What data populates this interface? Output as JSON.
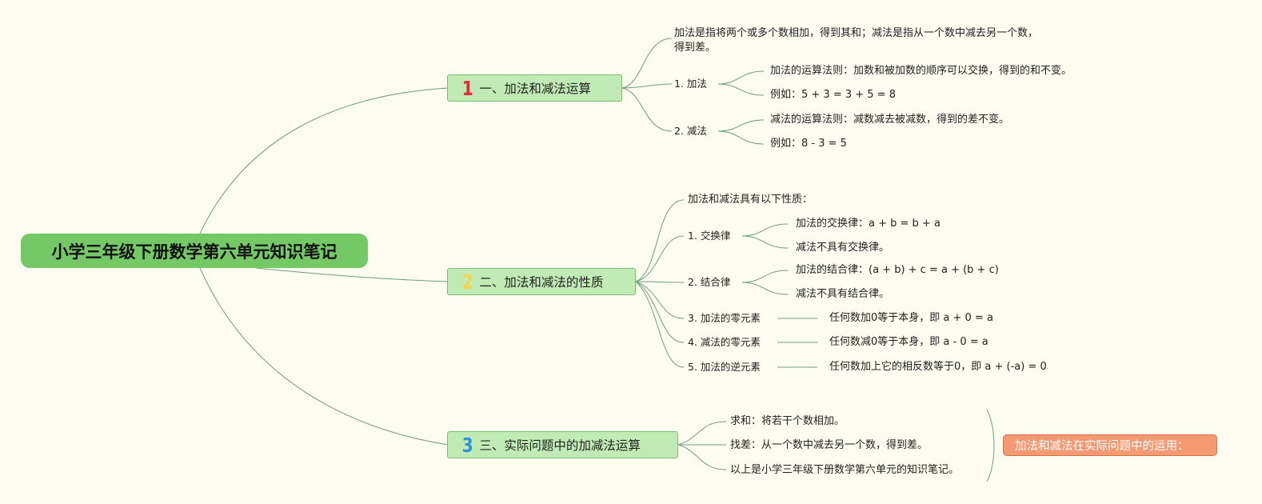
{
  "colors": {
    "background": "#fdfcf1",
    "root_fill": "#74c866",
    "branch_fill": "#c1ebb4",
    "branch_border": "#7fbb72",
    "line": "#6f9e85",
    "num1": "#e12b39",
    "num2": "#f5d34a",
    "num3": "#2b93db",
    "callout_fill": "#f39a73"
  },
  "root": {
    "title": "小学三年级下册数学第六单元知识笔记"
  },
  "b1": {
    "number": "1",
    "title": "一、加法和减法运算",
    "intro_line1": "加法是指将两个或多个数相加，得到其和；减法是指从一个数中减去另一个数，",
    "intro_line2": "得到差。",
    "add": {
      "label": "1. 加法",
      "rule": "加法的运算法则：加数和被加数的顺序可以交换，得到的和不变。",
      "example": "例如：5 + 3 = 3 + 5 = 8"
    },
    "sub": {
      "label": "2. 减法",
      "rule": "减法的运算法则：减数减去被减数，得到的差不变。",
      "example": "例如：8 - 3 = 5"
    }
  },
  "b2": {
    "number": "2",
    "title": "二、加法和减法的性质",
    "intro": "加法和减法具有以下性质：",
    "commutative": {
      "label": "1. 交换律",
      "add": "加法的交换律：a + b = b + a",
      "sub": "减法不具有交换律。"
    },
    "associative": {
      "label": "2. 结合律",
      "add": "加法的结合律：(a + b) + c = a + (b + c)",
      "sub": "减法不具有结合律。"
    },
    "zero_add": {
      "label": "3. 加法的零元素",
      "desc": "任何数加0等于本身，即 a + 0 = a"
    },
    "zero_sub": {
      "label": "4. 减法的零元素",
      "desc": "任何数减0等于本身，即 a - 0 = a"
    },
    "inverse": {
      "label": "5. 加法的逆元素",
      "desc": "任何数加上它的相反数等于0，即 a + (-a) = 0"
    }
  },
  "b3": {
    "number": "3",
    "title": "三、实际问题中的加减法运算",
    "items": [
      "求和：将若干个数相加。",
      "找差：从一个数中减去另一个数，得到差。",
      "以上是小学三年级下册数学第六单元的知识笔记。"
    ],
    "callout": "加法和减法在实际问题中的运用："
  }
}
